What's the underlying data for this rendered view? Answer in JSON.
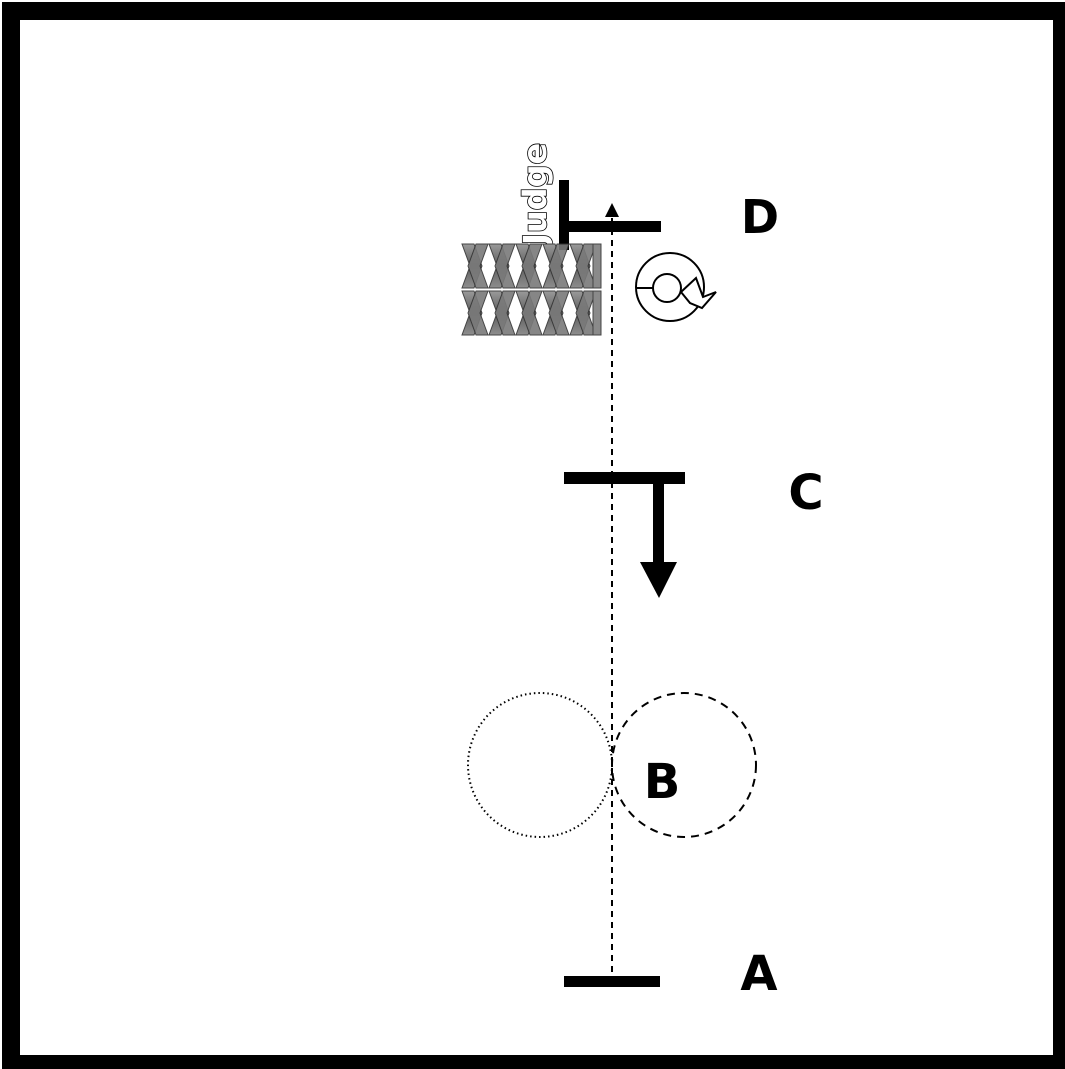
{
  "markers": {
    "a": "A",
    "b": "B",
    "c": "C",
    "d": "D"
  },
  "judge_label": "Judge",
  "colors": {
    "frame": "#000000",
    "background": "#ffffff",
    "jumps": "#7a7a7a"
  },
  "icons": {
    "rotation": "clockwise-rotation-icon",
    "jump": "zigzag-fence-icon",
    "direction": "down-arrow-icon"
  }
}
